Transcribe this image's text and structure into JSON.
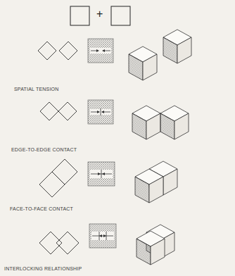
{
  "diagram": {
    "labels": [
      "+",
      "SPATIAL TENSION",
      "EDGE-TO-EDGE CONTACT",
      "FACE-TO-FACE CONTACT",
      "INTERLOCKING RELATIONSHIP"
    ]
  }
}
